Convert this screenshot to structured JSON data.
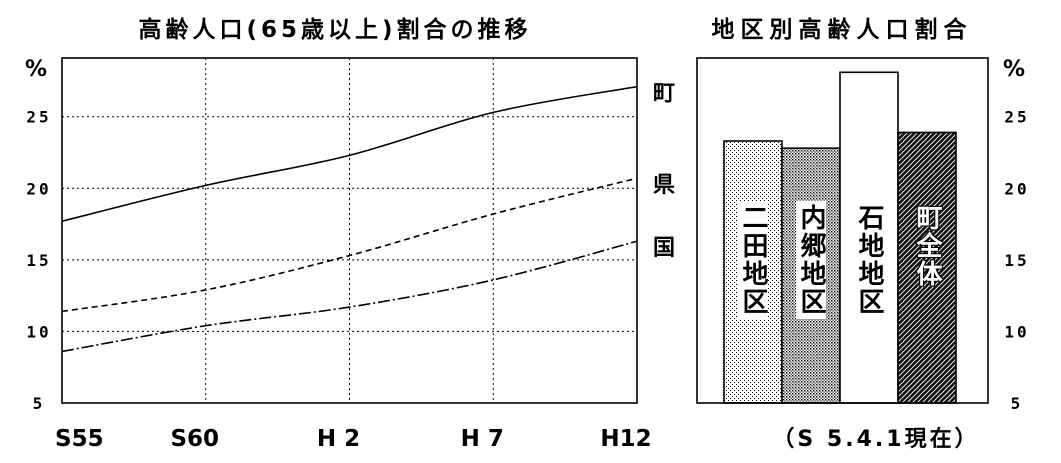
{
  "chart_data": [
    {
      "type": "line",
      "title": "高齢人口(65歳以上)割合の推移",
      "ylabel": "%",
      "categories": [
        "S55",
        "S60",
        "H 2",
        "H 7",
        "H12"
      ],
      "ylim": [
        5,
        29.1
      ],
      "yticks": [
        5,
        10,
        15,
        20,
        25
      ],
      "grid": true,
      "legend": "right",
      "series": [
        {
          "name": "町",
          "style": "solid",
          "values": [
            17.7,
            20.2,
            22.3,
            25.3,
            27.1
          ]
        },
        {
          "name": "県",
          "style": "dashed",
          "values": [
            11.4,
            12.9,
            15.3,
            18.2,
            20.7
          ]
        },
        {
          "name": "国",
          "style": "dash-dot",
          "values": [
            8.6,
            10.4,
            11.7,
            13.6,
            16.3
          ]
        }
      ]
    },
    {
      "type": "bar",
      "title": "地区別高齢人口割合",
      "ylabel": "%",
      "categories": [
        "二田地区",
        "内郷地区",
        "石地地区",
        "町全体"
      ],
      "values": [
        23.3,
        22.8,
        28.1,
        23.9
      ],
      "patterns": [
        "light-dots",
        "dense-dots",
        "white",
        "dark-hatch"
      ],
      "ylim": [
        5,
        29.1
      ],
      "yticks": [
        5,
        10,
        15,
        20,
        25
      ],
      "yaxis_side": "right",
      "grid": false,
      "note": "（S 5.4.1現在）"
    }
  ]
}
